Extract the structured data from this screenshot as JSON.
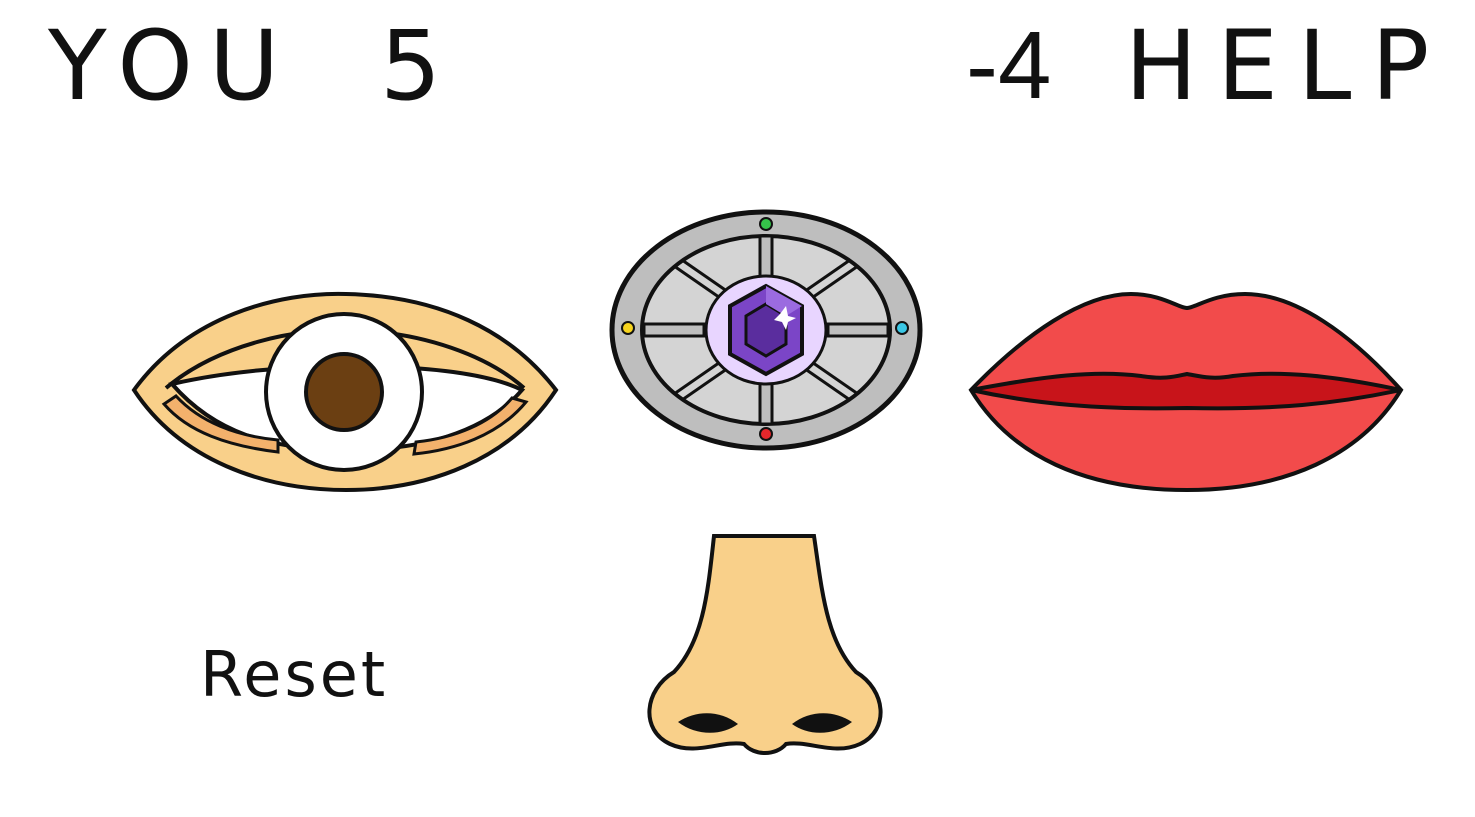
{
  "hud": {
    "player_label": "YOU",
    "player_score": "5",
    "opponent_score": "-4",
    "help_label": "HELP"
  },
  "controls": {
    "reset_label": "Reset"
  },
  "pieces": {
    "eye": "eye-icon",
    "wheel": "gem-wheel-icon",
    "lips": "lips-icon",
    "nose": "nose-icon"
  },
  "colors": {
    "skin": "#F9D08A",
    "lips": "#F24B4B",
    "lips_inner": "#C8141A",
    "iris": "#6B3F12",
    "metal": "#C9C9C9",
    "gem": "#7B45C7",
    "gem_glow": "#E8D5FF",
    "dot_green": "#35C44A",
    "dot_yellow": "#F7D41F",
    "dot_cyan": "#3BC7E5",
    "dot_red": "#E4272B"
  }
}
